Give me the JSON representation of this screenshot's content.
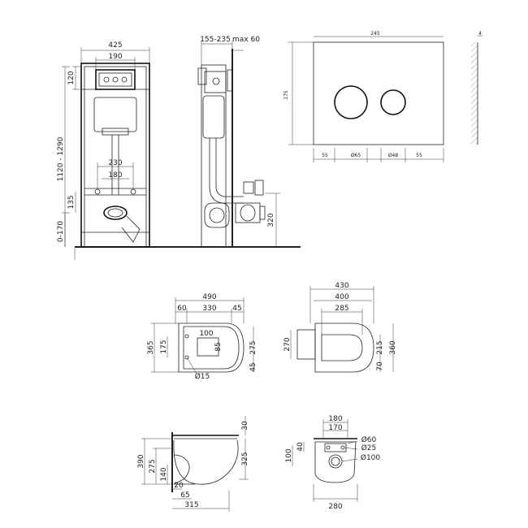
{
  "frame_front": {
    "width": "425",
    "panel_width": "190",
    "height_top": "120",
    "height_total": "1120 - 1290",
    "stud_spacing_outer": "230",
    "stud_spacing_inner": "180",
    "pipe_height": "135",
    "foot_height": "0-170"
  },
  "frame_side": {
    "depth_range": "155-235",
    "depth_max": "max 60",
    "outlet_height": "320"
  },
  "flush_plate": {
    "width": "245",
    "height": "175",
    "thickness": "4",
    "margin_left": "55",
    "button_large": "Ø65",
    "button_small": "Ø48",
    "margin_right": "55"
  },
  "bowl_top": {
    "length": "490",
    "seg_a": "60",
    "seg_b": "330",
    "seg_c": "45",
    "width": "365",
    "fix_spacing": "175",
    "hole_w": "100",
    "hole_h": "85",
    "inner_width": "275",
    "offset": "45",
    "hole_dia": "Ø15"
  },
  "seat_top": {
    "outer_width": "430",
    "mid_width": "400",
    "inner_width": "285",
    "height": "270",
    "inner_h": "215",
    "outer_h": "360",
    "hinge": "70"
  },
  "bowl_side": {
    "height_total": "390",
    "height_mid": "275",
    "height_low": "140",
    "outlet_low": "20",
    "outlet_offset": "65",
    "length": "315",
    "rear_height": "325",
    "seat_thickness": "30"
  },
  "bowl_rear": {
    "width_top": "180",
    "width_mid": "170",
    "depth_a": "40",
    "depth_b": "100",
    "dia_a": "Ø60",
    "dia_b": "Ø25",
    "dia_c": "Ø100",
    "width_base": "280"
  }
}
